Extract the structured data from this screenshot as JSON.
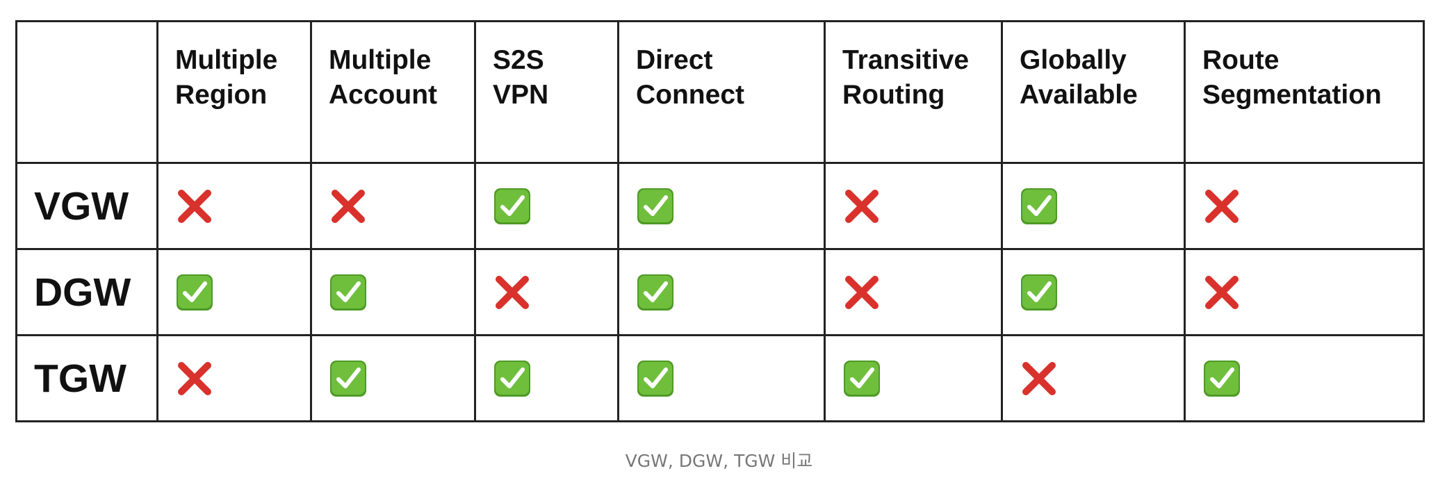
{
  "table": {
    "columns": [
      "",
      "Multiple\nRegion",
      "Multiple\nAccount",
      "S2S\nVPN",
      "Direct\nConnect",
      "Transitive\nRouting",
      "Globally\nAvailable",
      "Route\nSegmentation"
    ],
    "rows": [
      {
        "label": "VGW",
        "values": [
          "cross-mark-icon",
          "cross-mark-icon",
          "check-mark-icon",
          "check-mark-icon",
          "cross-mark-icon",
          "check-mark-icon",
          "cross-mark-icon"
        ]
      },
      {
        "label": "DGW",
        "values": [
          "check-mark-icon",
          "check-mark-icon",
          "cross-mark-icon",
          "check-mark-icon",
          "cross-mark-icon",
          "check-mark-icon",
          "cross-mark-icon"
        ]
      },
      {
        "label": "TGW",
        "values": [
          "cross-mark-icon",
          "check-mark-icon",
          "check-mark-icon",
          "check-mark-icon",
          "check-mark-icon",
          "cross-mark-icon",
          "check-mark-icon"
        ]
      }
    ]
  },
  "colors": {
    "cross": "#d9312b",
    "check_bg": "#6fbf3d",
    "check_bg_dark": "#4e9a25"
  },
  "caption": "VGW, DGW, TGW 비교"
}
